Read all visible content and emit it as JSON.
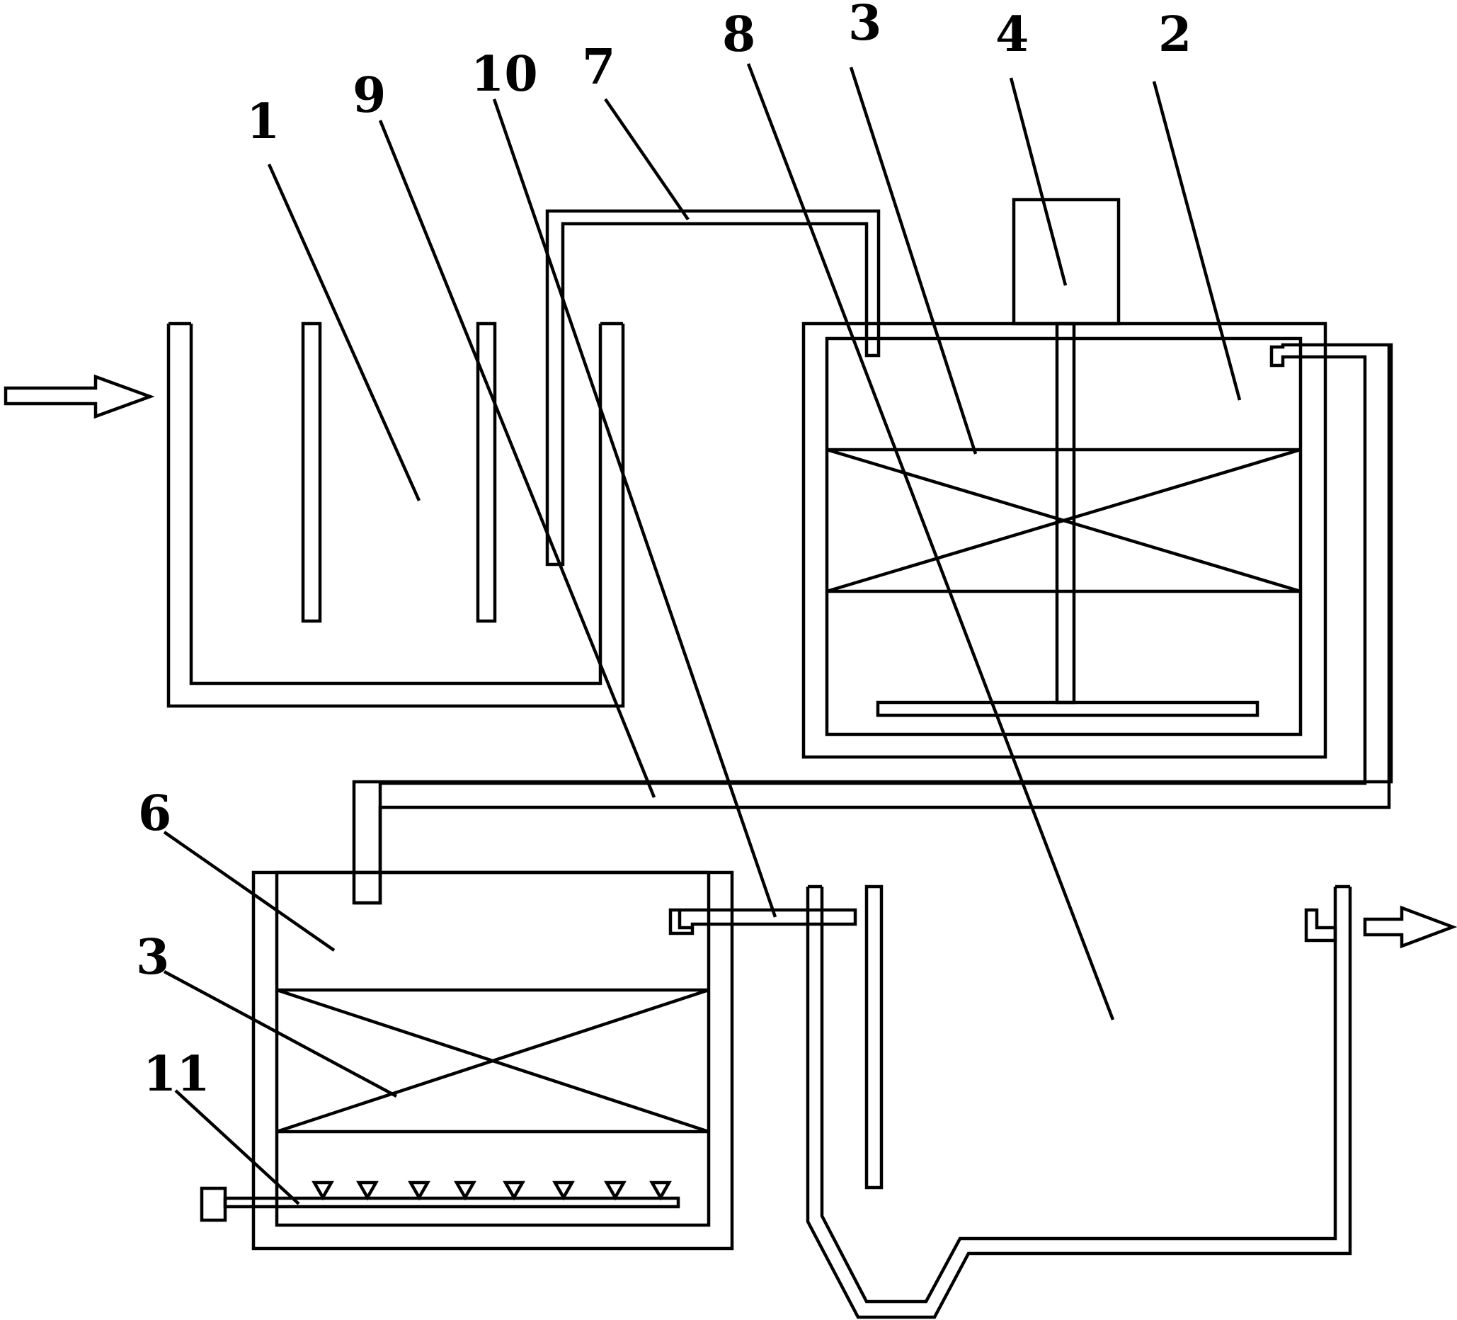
{
  "labels": {
    "n1": "1",
    "n2": "2",
    "n3_top": "3",
    "n3_bottom": "3",
    "n4": "4",
    "n6": "6",
    "n7": "7",
    "n8": "8",
    "n9": "9",
    "n10": "10",
    "n11": "11"
  }
}
